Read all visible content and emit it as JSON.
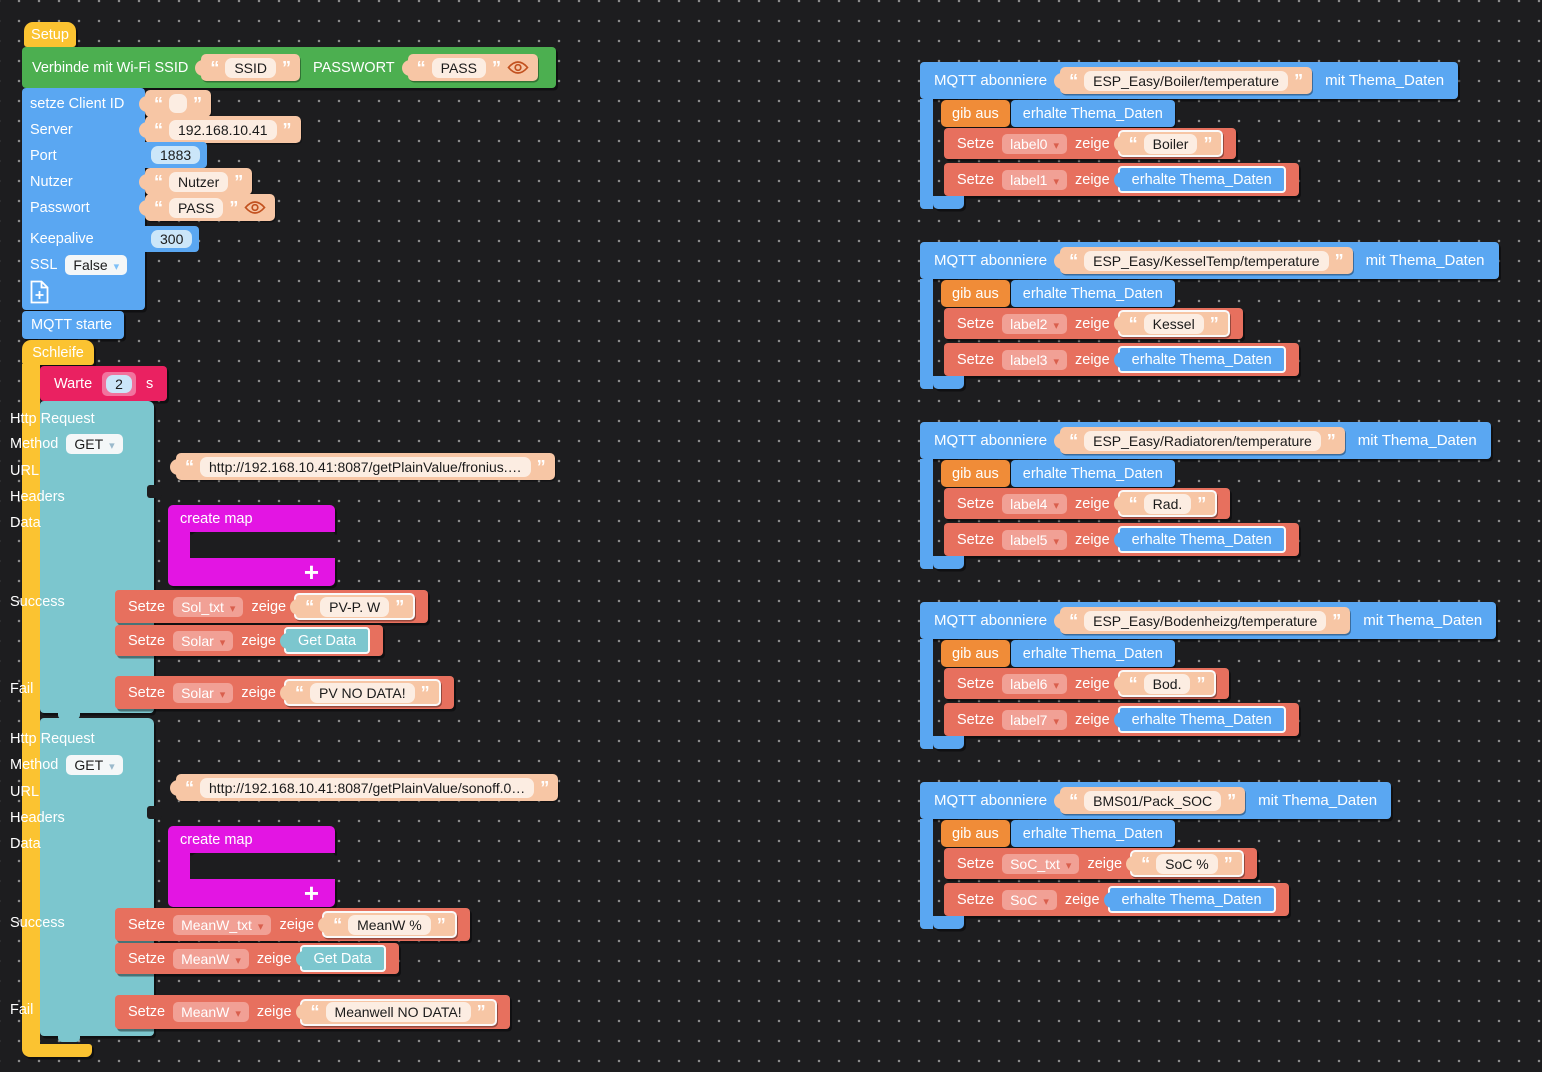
{
  "colors": {
    "canvas_bg": "#1D1D1F",
    "grid_dot": "#8F8F8F",
    "block_blue": "#5AA7F2",
    "block_green": "#4CAF50",
    "block_orange_hat": "#FBC331",
    "block_orange_print": "#F08C38",
    "block_teal": "#7CC6CE",
    "block_red": "#E7705E",
    "block_pink": "#EA2161",
    "block_magenta": "#E315E3",
    "string_socket": "#F7C6A5",
    "string_field": "#FCEDE2",
    "number_field": "#CBE6F9",
    "eye_icon": "#C2511F"
  },
  "labels": {
    "setze": "Setze",
    "zeige": "zeige",
    "mqtt_subscribe": "MQTT abonniere",
    "with_topic_data": "mit Thema_Daten",
    "print": "gib aus",
    "receive_topic_data": "erhalte Thema_Daten",
    "get_data": "Get Data",
    "http_request": "Http Request",
    "method": "Method",
    "url": "URL",
    "headers": "Headers",
    "data": "Data",
    "success": "Success",
    "fail": "Fail",
    "create_map": "create map"
  },
  "setup": {
    "hat": "Setup",
    "wifi": {
      "connect_label": "Verbinde mit Wi-Fi SSID",
      "ssid": "SSID",
      "password_label": "PASSWORT",
      "password": "PASS"
    },
    "config": {
      "client_id_label": "setze Client ID",
      "client_id": "",
      "server_label": "Server",
      "server": "192.168.10.41",
      "port_label": "Port",
      "port": "1883",
      "user_label": "Nutzer",
      "user": "Nutzer",
      "password_label": "Passwort",
      "password": "PASS",
      "keepalive_label": "Keepalive",
      "keepalive": "300",
      "ssl_label": "SSL",
      "ssl": "False"
    },
    "mqtt_start": "MQTT starte"
  },
  "loop": {
    "hat": "Schleife",
    "wait": {
      "label": "Warte",
      "seconds": "2",
      "unit": "s"
    },
    "http": [
      {
        "method": "GET",
        "url": "http://192.168.10.41:8087/getPlainValue/fronius.…",
        "success": [
          {
            "var": "Sol_txt",
            "value": "PV-P. W"
          },
          {
            "var": "Solar",
            "value": "Get Data"
          }
        ],
        "fail": {
          "var": "Solar",
          "value": "PV NO DATA!"
        }
      },
      {
        "method": "GET",
        "url": "http://192.168.10.41:8087/getPlainValue/sonoff.0…",
        "success": [
          {
            "var": "MeanW_txt",
            "value": "MeanW %"
          },
          {
            "var": "MeanW",
            "value": "Get Data"
          }
        ],
        "fail": {
          "var": "MeanW",
          "value": "Meanwell NO DATA!"
        }
      }
    ]
  },
  "mqtt": [
    {
      "topic": "ESP_Easy/Boiler/temperature",
      "rows": [
        {
          "var": "label0",
          "value": "Boiler"
        },
        {
          "var": "label1"
        }
      ]
    },
    {
      "topic": "ESP_Easy/KesselTemp/temperature",
      "rows": [
        {
          "var": "label2",
          "value": "Kessel"
        },
        {
          "var": "label3"
        }
      ]
    },
    {
      "topic": "ESP_Easy/Radiatoren/temperature",
      "rows": [
        {
          "var": "label4",
          "value": "Rad."
        },
        {
          "var": "label5"
        }
      ]
    },
    {
      "topic": "ESP_Easy/Bodenheizg/temperature",
      "rows": [
        {
          "var": "label6",
          "value": "Bod."
        },
        {
          "var": "label7"
        }
      ]
    },
    {
      "topic": "BMS01/Pack_SOC",
      "rows": [
        {
          "var": "SoC_txt",
          "value": "SoC %"
        },
        {
          "var": "SoC"
        }
      ]
    }
  ]
}
